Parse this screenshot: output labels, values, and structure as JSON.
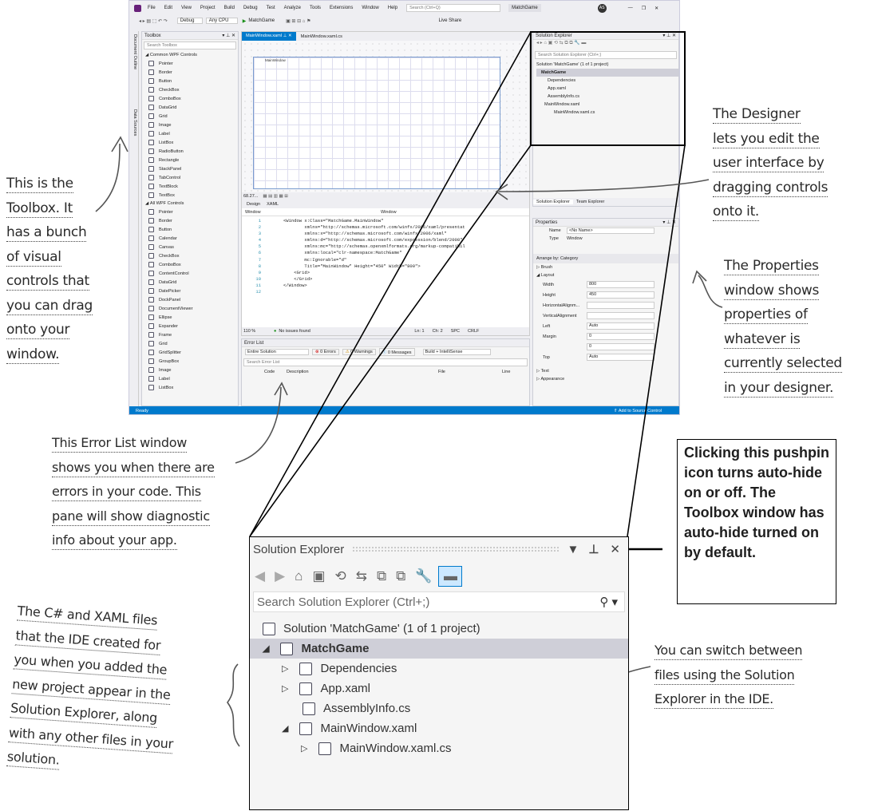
{
  "ide": {
    "menu": [
      "File",
      "Edit",
      "View",
      "Project",
      "Build",
      "Debug",
      "Test",
      "Analyze",
      "Tools",
      "Extensions",
      "Window",
      "Help"
    ],
    "search_placeholder": "Search (Ctrl+Q)",
    "solution_name": "MatchGame",
    "avatar_initials": "AS",
    "live_share": "Live Share",
    "config": "Debug",
    "platform": "Any CPU",
    "run_target": "MatchGame",
    "left_tabs": [
      "Document Outline",
      "Data Sources"
    ],
    "toolbox": {
      "title": "Toolbox",
      "search_placeholder": "Search Toolbox",
      "group1": "Common WPF Controls",
      "group1_items": [
        "Pointer",
        "Border",
        "Button",
        "CheckBox",
        "ComboBox",
        "DataGrid",
        "Grid",
        "Image",
        "Label",
        "ListBox",
        "RadioButton",
        "Rectangle",
        "StackPanel",
        "TabControl",
        "TextBlock",
        "TextBox"
      ],
      "group2": "All WPF Controls",
      "group2_items": [
        "Pointer",
        "Border",
        "Button",
        "Calendar",
        "Canvas",
        "CheckBox",
        "ComboBox",
        "ContentControl",
        "DataGrid",
        "DatePicker",
        "DockPanel",
        "DocumentViewer",
        "Ellipse",
        "Expander",
        "Frame",
        "Grid",
        "GridSplitter",
        "GroupBox",
        "Image",
        "Label",
        "ListBox"
      ]
    },
    "doc_tabs": [
      "MainWindow.xaml",
      "MainWindow.xaml.cs"
    ],
    "designer_window_caption": "MainWindow",
    "zoom": "68.27...",
    "view_tabs": [
      "Design",
      "XAML"
    ],
    "element_selectors": [
      "Window",
      "Window"
    ],
    "code_lines": [
      "<Window x:Class=\"MatchGame.MainWindow\"",
      "        xmlns=\"http://schemas.microsoft.com/winfx/2006/xaml/presentat",
      "        xmlns:x=\"http://schemas.microsoft.com/winfx/2006/xaml\"",
      "        xmlns:d=\"http://schemas.microsoft.com/expression/blend/2008\"",
      "        xmlns:mc=\"http://schemas.openxmlformats.org/markup-compatibil",
      "        xmlns:local=\"clr-namespace:MatchGame\"",
      "        mc:Ignorable=\"d\"",
      "        Title=\"MainWindow\" Height=\"450\" Width=\"800\">",
      "    <Grid>",
      "",
      "    </Grid>",
      "</Window>"
    ],
    "line_numbers": [
      "1",
      "2",
      "3",
      "4",
      "5",
      "6",
      "7",
      "8",
      "9",
      "10",
      "11",
      "12"
    ],
    "editor_status": {
      "zoom": "110 %",
      "issues": "No issues found",
      "ln": "Ln: 1",
      "ch": "Ch: 2",
      "spc": "SPC",
      "crlf": "CRLF"
    },
    "error_list": {
      "title": "Error List",
      "scope": "Entire Solution",
      "errors": "0 Errors",
      "warnings": "0 Warnings",
      "messages": "0 Messages",
      "build": "Build + IntelliSense",
      "search_placeholder": "Search Error List",
      "columns": [
        "Code",
        "Description",
        "File",
        "Line"
      ]
    },
    "solution_explorer_small": {
      "title": "Solution Explorer",
      "search_placeholder": "Search Solution Explorer (Ctrl+;)",
      "solution_label": "Solution 'MatchGame' (1 of 1 project)",
      "project": "MatchGame",
      "items": [
        "Dependencies",
        "App.xaml",
        "AssemblyInfo.cs",
        "MainWindow.xaml",
        "MainWindow.xaml.cs"
      ],
      "tabs": [
        "Solution Explorer",
        "Team Explorer"
      ]
    },
    "properties": {
      "title": "Properties",
      "name_label": "Name",
      "name_value": "<No Name>",
      "type_label": "Type",
      "type_value": "Window",
      "arrange": "Arrange by: Category",
      "brush": "Brush",
      "layout": "Layout",
      "fields": [
        {
          "label": "Width",
          "value": "800"
        },
        {
          "label": "Height",
          "value": "450"
        },
        {
          "label": "HorizontalAlignm...",
          "value": ""
        },
        {
          "label": "VerticalAlignment",
          "value": ""
        },
        {
          "label": "Left",
          "value": "Auto"
        },
        {
          "label": "Margin",
          "value": "0"
        },
        {
          "label": "",
          "value": "0"
        },
        {
          "label": "Top",
          "value": "Auto"
        }
      ],
      "text": "Text",
      "appearance": "Appearance"
    },
    "statusbar": {
      "ready": "Ready",
      "source_control": "Add to Source Control"
    }
  },
  "annotations": {
    "toolbox": [
      "This is the",
      "Toolbox. It",
      "has a bunch",
      "of visual",
      "controls that",
      "you can drag",
      "onto your",
      "window."
    ],
    "designer": [
      "The Designer",
      "lets you edit the",
      "user interface by",
      "dragging controls",
      "onto it."
    ],
    "properties": [
      "The Properties",
      "window shows",
      "properties of",
      "whatever is",
      "currently selected",
      "in your designer."
    ],
    "error_list": [
      "This Error List window",
      "shows you when there are",
      "errors in your code. This",
      "pane will show diagnostic",
      "info about your app."
    ],
    "pushpin": "Clicking this pushpin icon turns auto-hide on or off. The Toolbox window has auto-hide turned on by default.",
    "files": [
      "The C# and XAML files",
      "that the IDE created for",
      "you when you added the",
      "new project appear in the",
      "Solution Explorer, along",
      "with any other files in your",
      "solution."
    ],
    "switch": [
      "You can switch between",
      "files using the Solution",
      "Explorer in the IDE."
    ]
  },
  "zoom_panel": {
    "title": "Solution Explorer",
    "search_placeholder": "Search Solution Explorer (Ctrl+;)",
    "solution_label": "Solution 'MatchGame' (1 of 1 project)",
    "project": "MatchGame",
    "items": [
      "Dependencies",
      "App.xaml",
      "AssemblyInfo.cs",
      "MainWindow.xaml",
      "MainWindow.xaml.cs"
    ]
  },
  "colors": {
    "accent": "#007acc",
    "vs_purple": "#68217a",
    "selection": "#cce8ff"
  }
}
